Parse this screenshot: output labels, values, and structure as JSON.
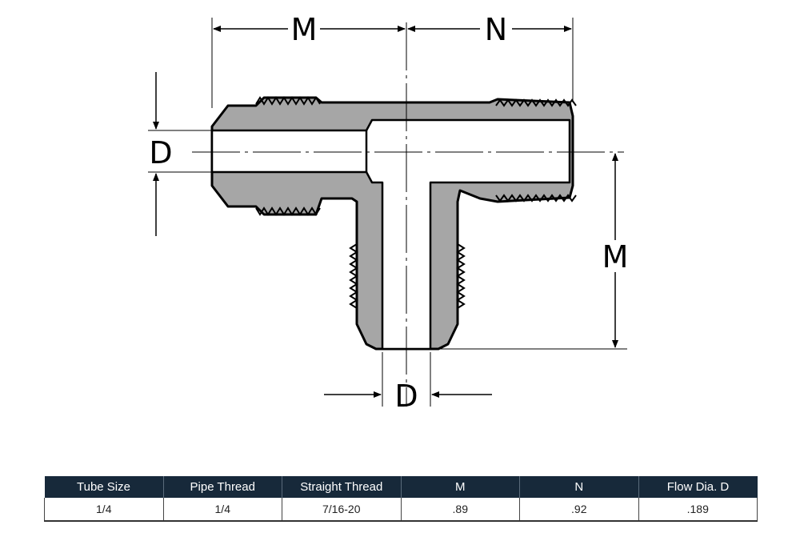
{
  "diagram": {
    "labels": {
      "m_top": "M",
      "n_top": "N",
      "d_left": "D",
      "m_right": "M",
      "d_bottom": "D"
    }
  },
  "table": {
    "headers": [
      "Tube Size",
      "Pipe Thread",
      "Straight Thread",
      "M",
      "N",
      "Flow Dia. D"
    ],
    "rows": [
      [
        "1/4",
        "1/4",
        "7/16-20",
        ".89",
        ".92",
        ".189"
      ]
    ]
  },
  "colors": {
    "body_fill": "#a6a6a6",
    "header_bg": "#17293a",
    "header_text": "#ffffff"
  }
}
